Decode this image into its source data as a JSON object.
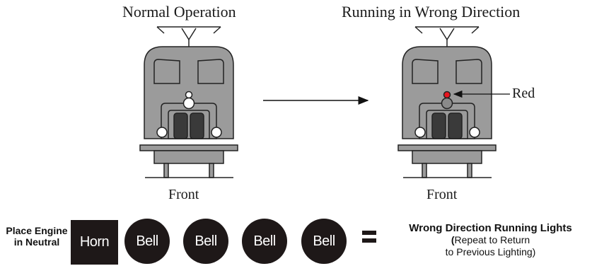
{
  "diagram": {
    "left_title": "Normal Operation",
    "right_title": "Running in Wrong Direction",
    "left_front": "Front",
    "right_front": "Front",
    "red_callout": "Red",
    "colors": {
      "body": "#9b9b9b",
      "outline": "#222222",
      "red_light": "#e8141e"
    }
  },
  "sequence": {
    "prefix": "Place Engine in Neutral",
    "horn": "Horn",
    "bells": [
      "Bell",
      "Bell",
      "Bell",
      "Bell"
    ],
    "equals": "=",
    "result_title": "Wrong Direction Running Lights",
    "result_paren_open": "(",
    "result_line1": "Repeat to Return",
    "result_line2": "to Previous Lighting)"
  }
}
